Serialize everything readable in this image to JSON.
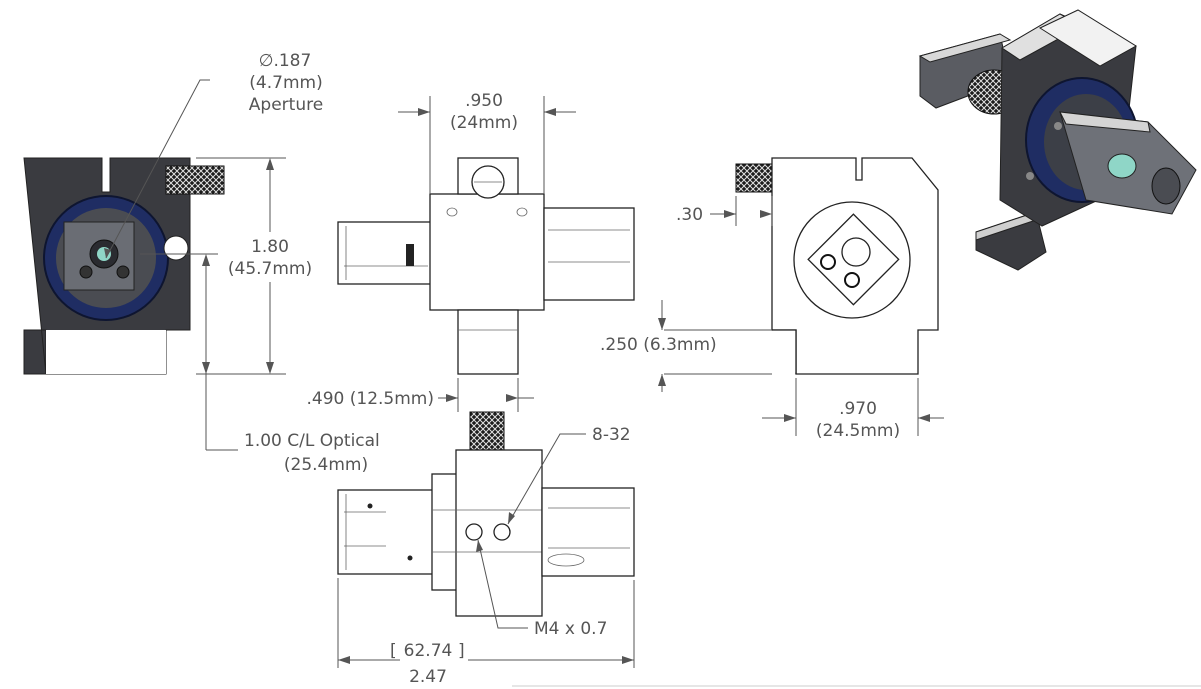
{
  "labels": {
    "aperture_dia": "∅.187",
    "aperture_mm": "(4.7mm)",
    "aperture_word": "Aperture",
    "height_in": "1.80",
    "height_mm": "(45.7mm)",
    "width_in": ".950",
    "width_mm": "(24mm)",
    "knob_offset": ".30",
    "base_height": ".250 (6.3mm)",
    "thickness": ".490 (12.5mm)",
    "depth_in": ".970",
    "depth_mm": "(24.5mm)",
    "optical_cl": "1.00 C/L Optical",
    "optical_cl_mm": "(25.4mm)",
    "thread_8_32": "8-32",
    "thread_m4": "M4 x 0.7",
    "length_mm": "62.74",
    "length_in": "2.47"
  },
  "colors": {
    "body_dark": "#3a3b40",
    "ring_blue": "#1f2d63",
    "line": "#555555"
  }
}
